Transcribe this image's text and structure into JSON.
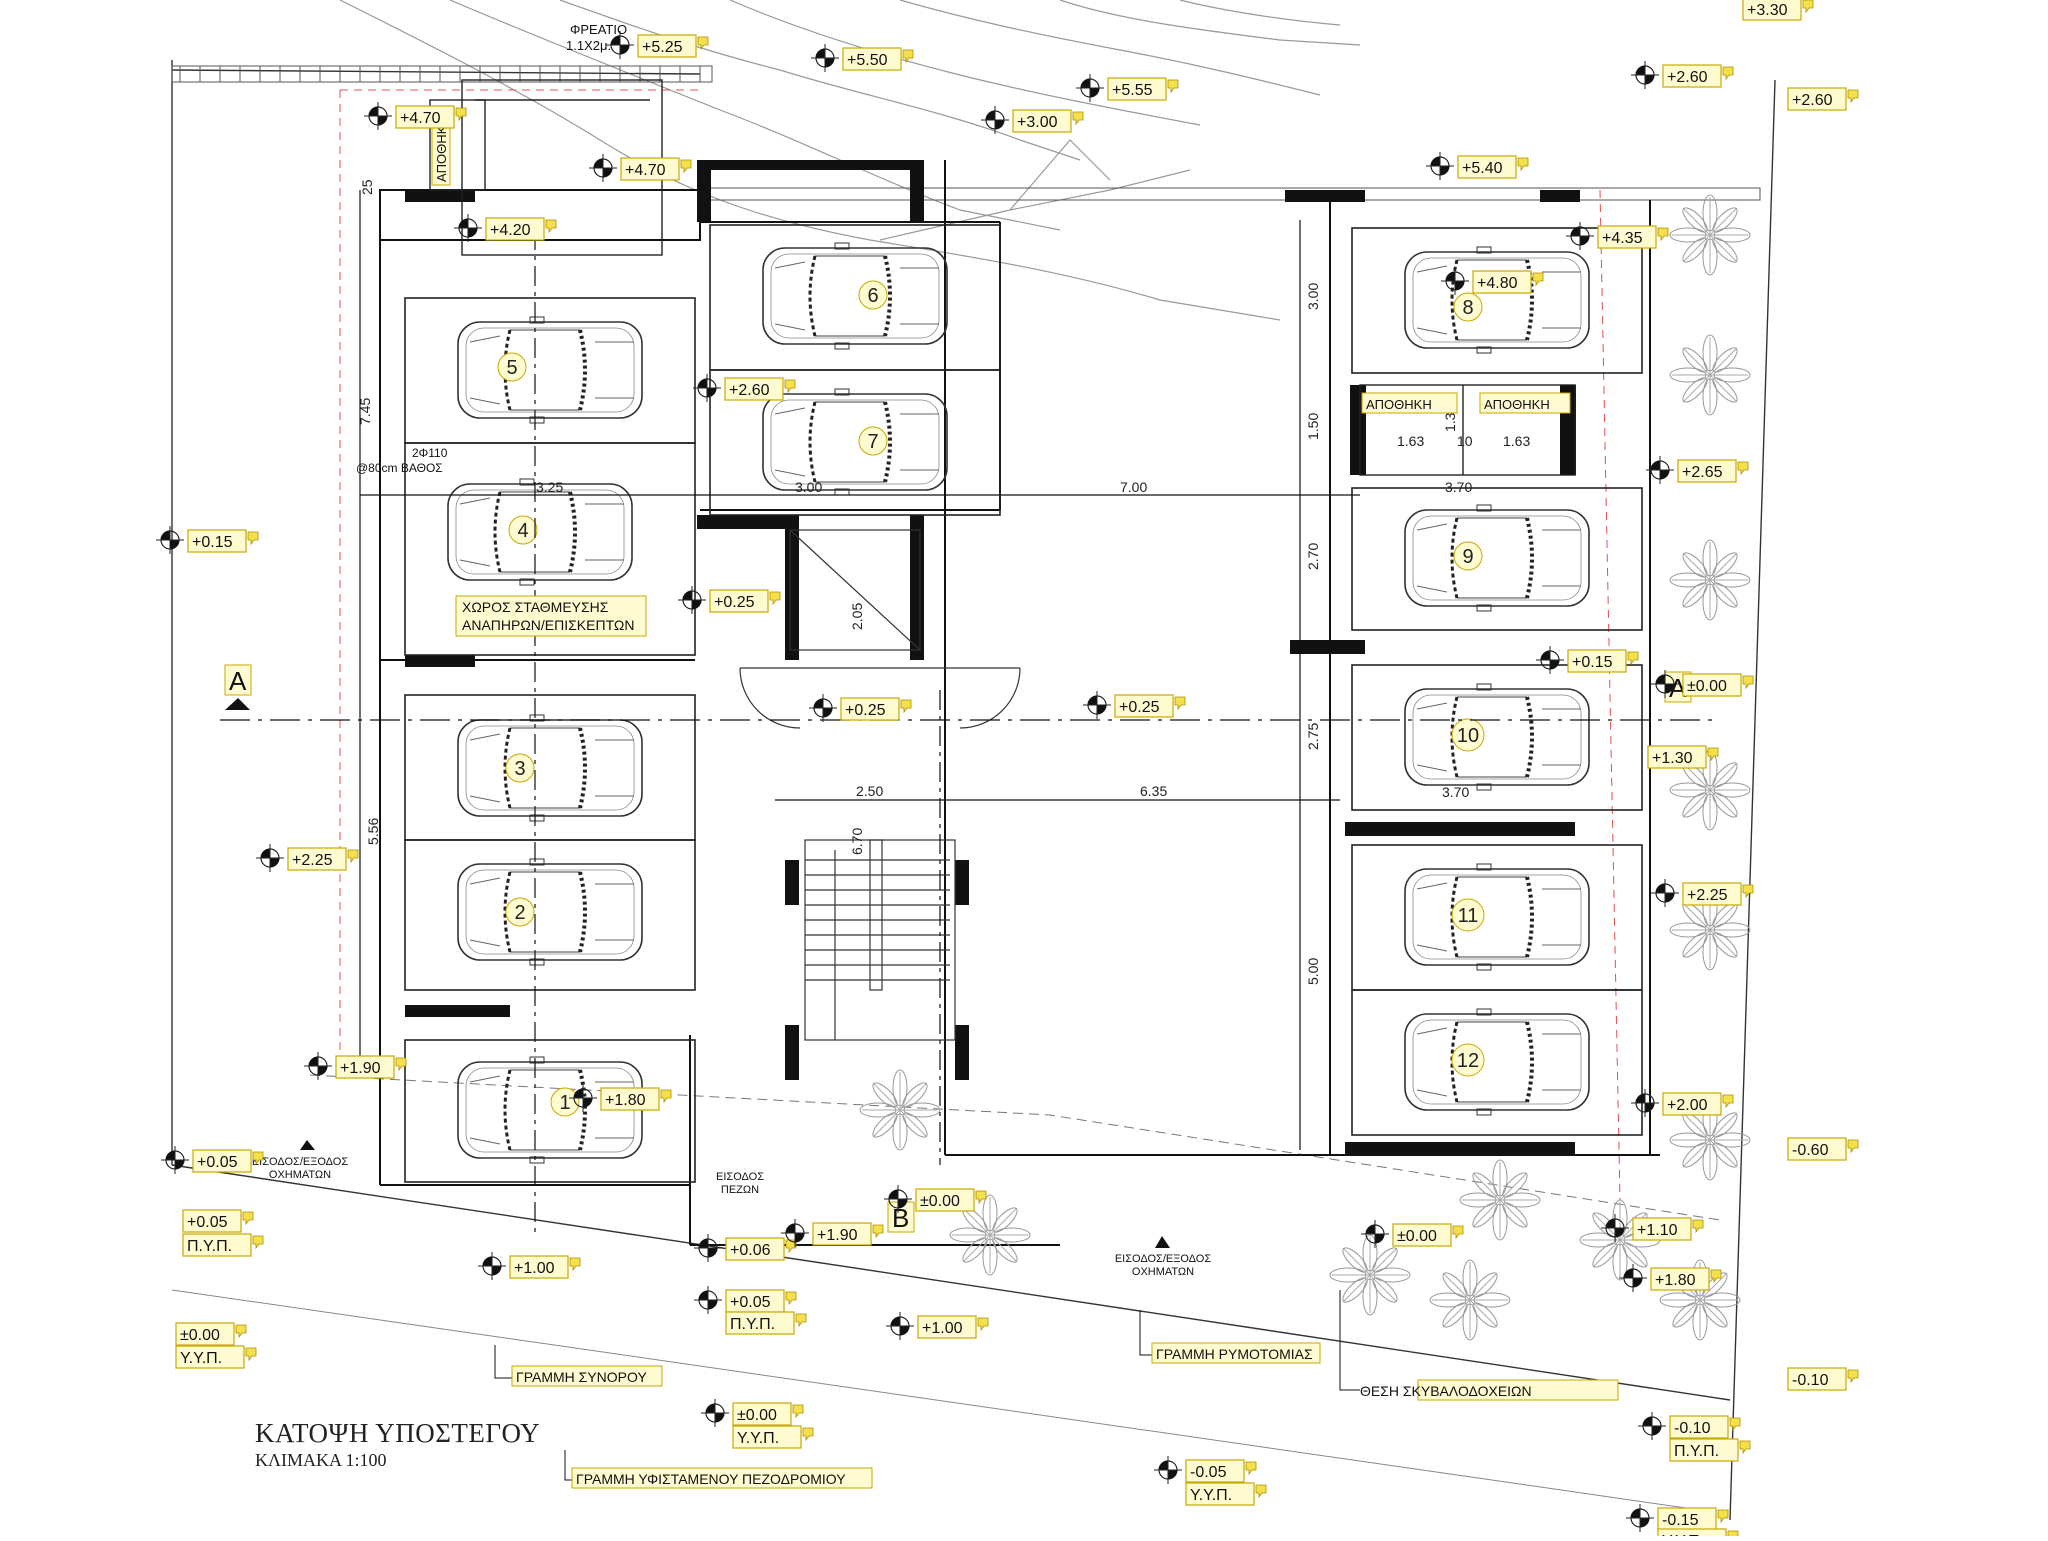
{
  "drawing": {
    "title": "ΚΑΤΟΨΗ ΥΠΟΣΤΕΓΟΥ",
    "scale": "ΚΛΙΜΑΚΑ 1:100"
  },
  "parking_spaces": [
    "1",
    "2",
    "3",
    "4",
    "5",
    "6",
    "7",
    "8",
    "9",
    "10",
    "11",
    "12"
  ],
  "rooms": {
    "storage_left": "ΑΠΟΘΗΚΗ",
    "storage_a": "ΑΠΟΘΗΚΗ",
    "storage_b": "ΑΠΟΘΗΚΗ",
    "disabled_parking_1": "ΧΩΡΟΣ ΣΤΑΘΜΕΥΣΗΣ",
    "disabled_parking_2": "ΑΝΑΠΗΡΩΝ/ΕΠΙΣΚΕΠΤΩΝ",
    "well": "ΦΡΕΑΤΙΟ",
    "well_size": "1.1Χ2μ.",
    "pile": "2Φ110",
    "pile_depth": "@80cm ΒΑΘΟΣ"
  },
  "entrances": {
    "vehicles_left_1": "ΕΙΣΟΔΟΣ/ΕΞΟΔΟΣ",
    "vehicles_left_2": "ΟΧΗΜΑΤΩΝ",
    "pedestrians_1": "ΕΙΣΟΔΟΣ",
    "pedestrians_2": "ΠΕΖΩΝ",
    "vehicles_right_1": "ΕΙΣΟΔΟΣ/ΕΞΟΔΟΣ",
    "vehicles_right_2": "ΟΧΗΜΑΤΩΝ"
  },
  "lines": {
    "boundary": "ΓΡΑΜΜΗ ΣΥΝΟΡΟΥ",
    "building": "ΓΡΑΜΜΗ ΡΥΜΟΤΟΜΙΑΣ",
    "bins": "ΘΕΣΗ ΣΚΥΒΑΛΟΔΟΧΕΙΩΝ",
    "sidewalk": "ΓΡΑΜΜΗ ΥΦΙΣΤΑΜΕΝΟΥ ΠΕΖΟΔΡΟΜΙΟΥ"
  },
  "section_marks": {
    "a": "A",
    "b": "B"
  },
  "dimensions": {
    "d745": "7.45",
    "d325": "3.25",
    "d300a": "3.00",
    "d700": "7.00",
    "d370a": "3.70",
    "d300b": "3.00",
    "d150": "1.50",
    "d270": "2.70",
    "d205": "2.05",
    "d275": "2.75",
    "d25": "25",
    "d250": "2.50",
    "d635": "6.35",
    "d370b": "3.70",
    "d556": "5.56",
    "d500": "5.00",
    "d670": "6.70",
    "d163a": "1.63",
    "d163b": "1.63",
    "d10": "10",
    "d130": "1.30"
  },
  "levels": [
    "+5.25",
    "+5.50",
    "+5.55",
    "+3.00",
    "+2.60",
    "+3.30",
    "+2.60",
    "+4.70",
    "+4.70",
    "+4.20",
    "+5.40",
    "+4.35",
    "+4.80",
    "+2.60",
    "+2.65",
    "+0.15",
    "+0.25",
    "+0.15",
    "±0.00",
    "+0.25",
    "+0.25",
    "+1.30",
    "+2.25",
    "+2.25",
    "+1.90",
    "+1.80",
    "+2.00",
    "-0.60",
    "+0.05",
    "+0.05",
    "Π.Υ.Π.",
    "+1.00",
    "+0.06",
    "+1.90",
    "±0.00",
    "+0.05",
    "Π.Υ.Π.",
    "+1.00",
    "±0.00",
    "+1.10",
    "+1.80",
    "±0.00",
    "Υ.Υ.Π.",
    "±0.00",
    "Υ.Υ.Π.",
    "-0.10",
    "-0.05",
    "Υ.Υ.Π.",
    "-0.10",
    "Π.Υ.Π.",
    "-0.15",
    "Υ.Υ.Π."
  ]
}
